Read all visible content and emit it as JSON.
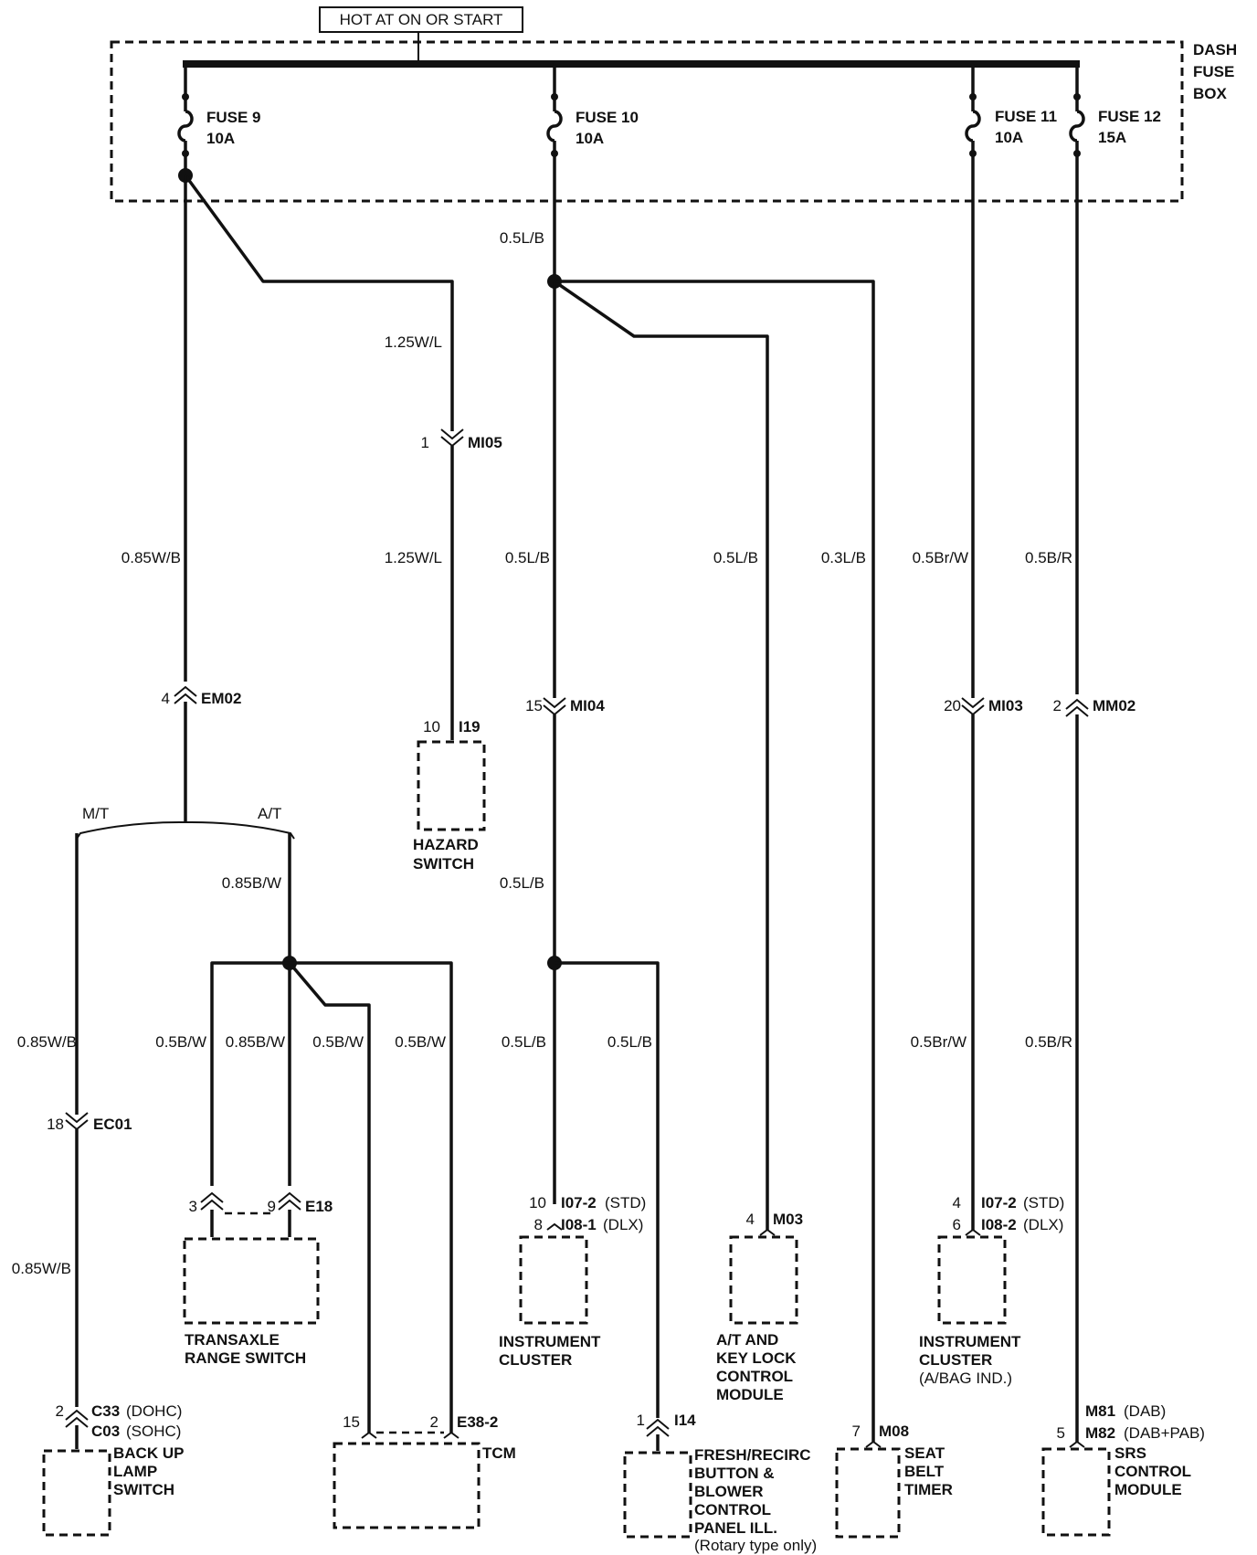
{
  "supply": {
    "label": "HOT AT ON OR START",
    "fuse_box": [
      "DASH",
      "FUSE",
      "BOX"
    ]
  },
  "fuses": [
    {
      "name": "FUSE 9",
      "rating": "10A"
    },
    {
      "name": "FUSE 10",
      "rating": "10A"
    },
    {
      "name": "FUSE 11",
      "rating": "10A"
    },
    {
      "name": "FUSE 12",
      "rating": "15A"
    }
  ],
  "wires": {
    "f9_main": "0.85W/B",
    "f9_hazard_1": "1.25W/L",
    "f9_hazard_2": "1.25W/L",
    "mt_1": "0.85W/B",
    "mt_2": "0.85W/B",
    "at_1": "0.85B/W",
    "at_2": "0.85B/W",
    "at_left": "0.5B/W",
    "at_tcm_15": "0.5B/W",
    "at_tcm_2": "0.5B/W",
    "f10_top": "0.5L/B",
    "f10_main": "0.5L/B",
    "f10_mid": "0.5L/B",
    "f10_cluster": "0.5L/B",
    "f10_blower": "0.5L/B",
    "f10_atkey": "0.5L/B",
    "f10_seat": "0.3L/B",
    "f11_1": "0.5Br/W",
    "f11_2": "0.5Br/W",
    "f12_1": "0.5B/R",
    "f12_2": "0.5B/R"
  },
  "connectors": {
    "mi05": {
      "pin": "1",
      "name": "MI05"
    },
    "em02": {
      "pin": "4",
      "name": "EM02"
    },
    "i19": {
      "pin": "10",
      "name": "I19"
    },
    "mi04": {
      "pin": "15",
      "name": "MI04"
    },
    "mi03": {
      "pin": "20",
      "name": "MI03"
    },
    "mm02": {
      "pin": "2",
      "name": "MM02"
    },
    "ec01": {
      "pin": "18",
      "name": "EC01"
    },
    "e18": {
      "pin_a": "3",
      "pin_b": "9",
      "name": "E18"
    },
    "cluster_std": {
      "pin": "10",
      "name": "I07-2",
      "variant": "(STD)"
    },
    "cluster_dlx": {
      "pin": "8",
      "name": "I08-1",
      "variant": "(DLX)"
    },
    "m03": {
      "pin": "4",
      "name": "M03"
    },
    "abag_std": {
      "pin": "4",
      "name": "I07-2",
      "variant": "(STD)"
    },
    "abag_dlx": {
      "pin": "6",
      "name": "I08-2",
      "variant": "(DLX)"
    },
    "c33": {
      "pin": "2",
      "name": "C33",
      "variant": "(DOHC)"
    },
    "c03": {
      "name": "C03",
      "variant": "(SOHC)"
    },
    "e38": {
      "pin_a": "15",
      "pin_b": "2",
      "name": "E38-2"
    },
    "i14": {
      "pin": "1",
      "name": "I14"
    },
    "m08": {
      "pin": "7",
      "name": "M08"
    },
    "m81": {
      "name": "M81",
      "variant": "(DAB)"
    },
    "m82": {
      "pin": "5",
      "name": "M82",
      "variant": "(DAB+PAB)"
    }
  },
  "branches": {
    "mt": "M/T",
    "at": "A/T"
  },
  "components": {
    "hazard": [
      "HAZARD",
      "SWITCH"
    ],
    "transaxle": [
      "TRANSAXLE",
      "RANGE SWITCH"
    ],
    "cluster": [
      "INSTRUMENT",
      "CLUSTER"
    ],
    "atkey": [
      "A/T AND",
      "KEY LOCK",
      "CONTROL",
      "MODULE"
    ],
    "cluster_abag": [
      "INSTRUMENT",
      "CLUSTER",
      "(A/BAG IND.)"
    ],
    "backup": [
      "BACK UP",
      "LAMP",
      "SWITCH"
    ],
    "tcm": [
      "TCM"
    ],
    "blower": [
      "FRESH/RECIRC",
      "BUTTON &",
      "BLOWER",
      "CONTROL",
      "PANEL ILL.",
      "(Rotary type only)"
    ],
    "seatbelt": [
      "SEAT",
      "BELT",
      "TIMER"
    ],
    "srs": [
      "SRS",
      "CONTROL",
      "MODULE"
    ]
  }
}
